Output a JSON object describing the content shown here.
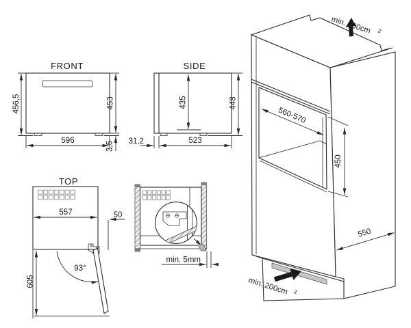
{
  "views": {
    "front": {
      "title": "FRONT",
      "total_height": "456,5",
      "body_height": "453",
      "width": "596",
      "foot_height": "3,5"
    },
    "side": {
      "title": "SIDE",
      "inner_height": "435",
      "total_height": "448",
      "door_thickness": "31,2",
      "depth": "523"
    },
    "top": {
      "title": "TOP",
      "width": "557",
      "side_clearance": "50",
      "door_angle": "93°",
      "door_swing": "605"
    },
    "detail": {
      "gap": "min. 5mm"
    },
    "cabinet": {
      "vent_top": "min. 200cm",
      "vent_top_sup": "2",
      "niche_width": "560-570",
      "niche_height": "450",
      "depth": "550",
      "vent_bottom": "min. 200cm",
      "vent_bottom_sup": "2"
    }
  },
  "colors": {
    "line": "#2b2b2b",
    "grid_gray": "#9a9a9a",
    "vent_fill": "#c6c6c6",
    "hatch_gray": "#8f8f8f",
    "background": "#ffffff"
  }
}
